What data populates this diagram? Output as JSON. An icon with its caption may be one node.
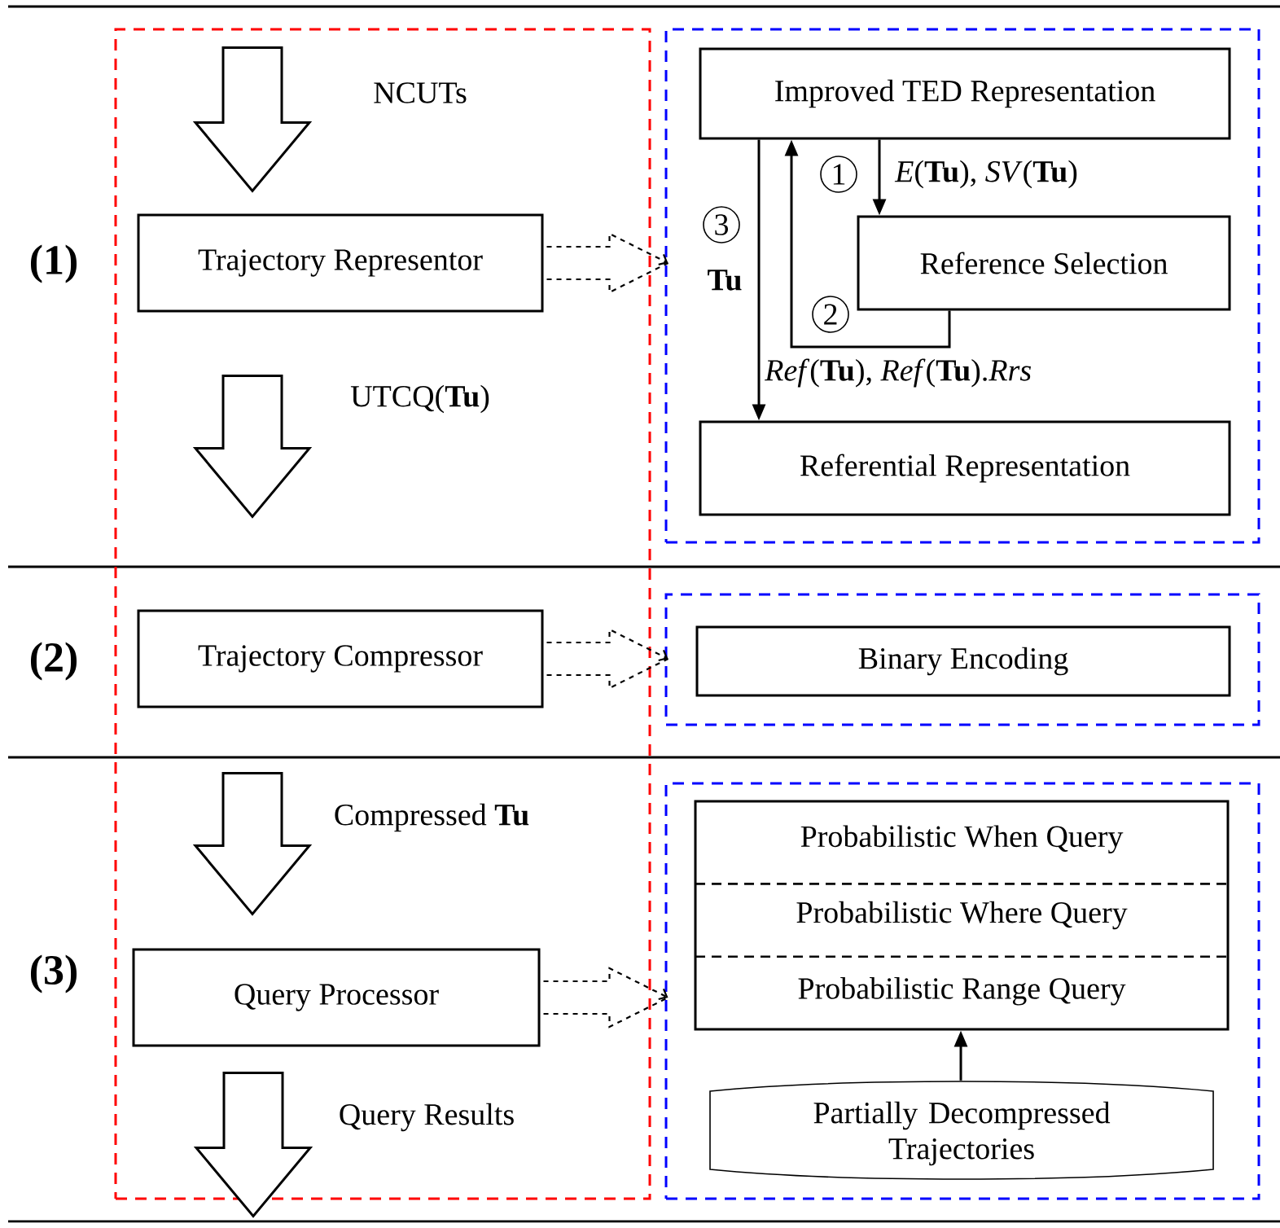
{
  "diagram": {
    "nodes": [
      {
        "text": [],
        "shape": "box"
      },
      {
        "text": [
          "Trajectory Representor"
        ],
        "in": 0
      },
      {
        "text": [
          "Trajectory Compressor"
        ],
        "in": 0
      },
      {
        "text": [
          "Query Processor"
        ],
        "in": 0
      },
      {
        "text": [],
        "shape": "box"
      },
      {
        "text": [
          "Improved TED Representation"
        ],
        "in": 4
      },
      {
        "text": [
          "Reference Selection"
        ],
        "in": 4
      },
      {
        "text": [
          "Referential Representation"
        ],
        "in": 4
      },
      {
        "text": [],
        "shape": "box"
      },
      {
        "text": [
          "Binary Encoding"
        ],
        "in": 8
      },
      {
        "text": [],
        "shape": "box"
      },
      {
        "text": [
          "Probabilistic When Query",
          "Probabilistic Where Query",
          "Probabilistic Range Query"
        ],
        "in": 10
      },
      {
        "text": [
          "Partially Decompressed Trajectories"
        ],
        "in": 10
      }
    ],
    "edges": [
      {
        "from": null,
        "to": 1,
        "arrow": "to",
        "style": "thick",
        "label": "NCUTs"
      },
      {
        "from": 1,
        "to": 2,
        "arrow": "to",
        "style": "thick",
        "label": "UTCQ(**Tu**)"
      },
      {
        "from": 2,
        "to": 3,
        "arrow": "to",
        "style": "thick",
        "label": "Compressed **Tu**"
      },
      {
        "from": 3,
        "to": null,
        "arrow": "to",
        "style": "thick",
        "label": "Query Results"
      },
      {
        "from": 1,
        "to": 4,
        "arrow": "to",
        "style": "dashed"
      },
      {
        "from": 2,
        "to": 8,
        "arrow": "to",
        "style": "dashed"
      },
      {
        "from": 3,
        "to": 10,
        "arrow": "to",
        "style": "dashed"
      },
      {
        "from": 5,
        "to": 6,
        "arrow": "to",
        "label": "*E*(**Tu**), *SV*(**Tu**)"
      },
      {
        "from": 6,
        "to": 5,
        "arrow": "to",
        "label": "*Ref*(**Tu**), *Ref*(**Tu**).*Rrs*"
      },
      {
        "from": 5,
        "to": 7,
        "arrow": "to",
        "label": "Tu"
      },
      {
        "from": 12,
        "to": 11,
        "arrow": "to"
      }
    ],
    "labels": [
      "(1)",
      "1",
      "3",
      "2",
      "(2)",
      "(3)"
    ]
  }
}
